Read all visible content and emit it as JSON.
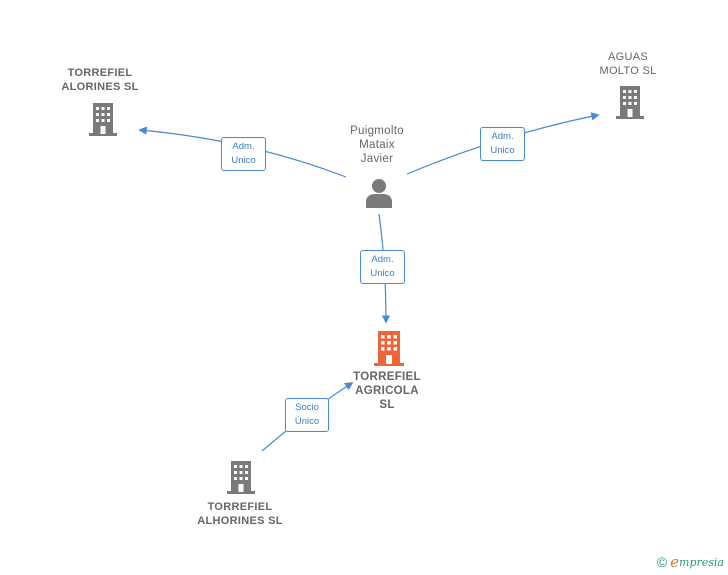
{
  "nodes": {
    "torrefiel_alorines": {
      "label": "TORREFIEL\nALORINES SL"
    },
    "aguas_molto": {
      "label": "AGUAS\nMOLTO  SL"
    },
    "person": {
      "label": "Puigmolto\nMataix\nJavier"
    },
    "center": {
      "label": "TORREFIEL\nAGRICOLA\nSL"
    },
    "torrefiel_alhorines": {
      "label": "TORREFIEL\nALHORINES SL"
    }
  },
  "edges": {
    "to_alorines": {
      "line1": "Adm.",
      "line2": "Unico"
    },
    "to_aguas": {
      "line1": "Adm.",
      "line2": "Unico"
    },
    "to_center": {
      "line1": "Adm.",
      "line2": "Unico"
    },
    "alhorines_to_center": {
      "line1": "Socio",
      "line2": "Único"
    }
  },
  "colors": {
    "edge": "#4a88cf",
    "company_icon": "#7a7a7a",
    "center_icon": "#f0643a",
    "person_icon": "#7a7a7a"
  },
  "icons": {
    "company": "building-icon",
    "person": "person-icon"
  },
  "brand": {
    "copyright": "©",
    "first": "e",
    "rest": "mpresia"
  }
}
